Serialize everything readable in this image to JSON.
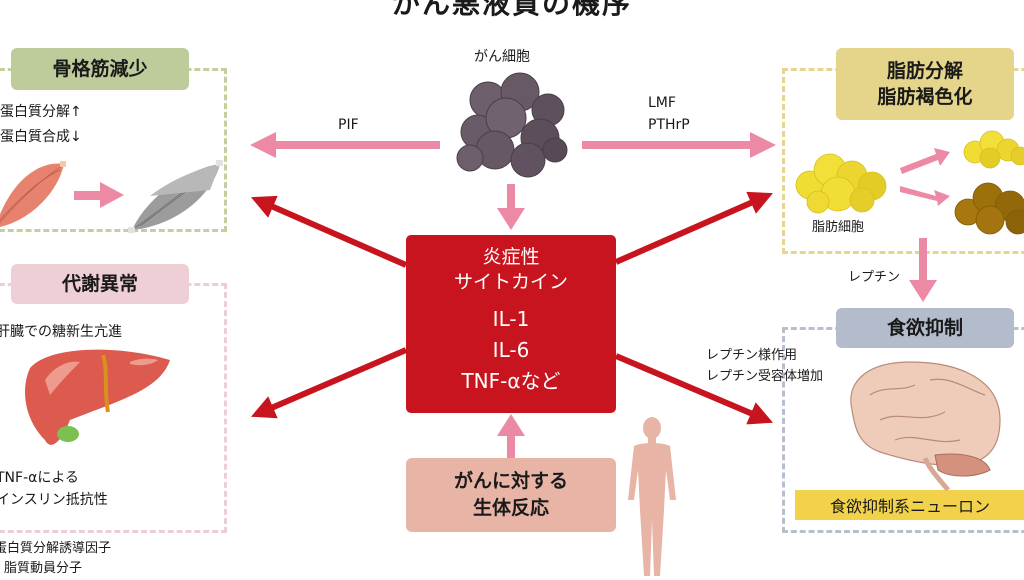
{
  "title": "がん悪液質の機序",
  "colors": {
    "cytokine_red": "#c8141e",
    "pink_arrow": "#ec8aa6",
    "muscle_green": "#bdcc9a",
    "metabolic_pink": "#efcfd6",
    "fat_yellow": "#e4d58a",
    "appetite_gray": "#b3bccb",
    "neuron_yellow": "#f2d24a",
    "host_response": "#e8b4a6"
  },
  "center": {
    "cancer_cell_label": "がん細胞",
    "cytokine_box": {
      "heading_line1": "炎症性",
      "heading_line2": "サイトカイン",
      "items": [
        "IL-1",
        "IL-6",
        "TNF-αなど"
      ]
    },
    "host_response": {
      "line1": "がんに対する",
      "line2": "生体反応"
    }
  },
  "arrows": {
    "to_muscle_label": "PIF",
    "to_fat_label_line1": "LMF",
    "to_fat_label_line2": "PTHrP",
    "leptin_label": "レプチン",
    "to_brain_label_line1": "レプチン様作用",
    "to_brain_label_line2": "レプチン受容体増加"
  },
  "panels": {
    "muscle": {
      "header": "骨格筋減少",
      "lines": [
        "筋蛋白質分解↑",
        "筋蛋白質合成↓"
      ]
    },
    "metabolic": {
      "header": "代謝異常",
      "line_top": "肝臓での糖新生亢進",
      "line_bottom1": "TNF-αによる",
      "line_bottom2": "インスリン抵抗性"
    },
    "fat": {
      "header_line1": "脂肪分解",
      "header_line2": "脂肪褐色化",
      "cell_label": "脂肪細胞"
    },
    "appetite": {
      "header": "食欲抑制",
      "neuron_label": "食欲抑制系ニューロン"
    }
  },
  "footnotes": [
    "蛋白質分解誘導因子",
    "脂質動員分子"
  ]
}
